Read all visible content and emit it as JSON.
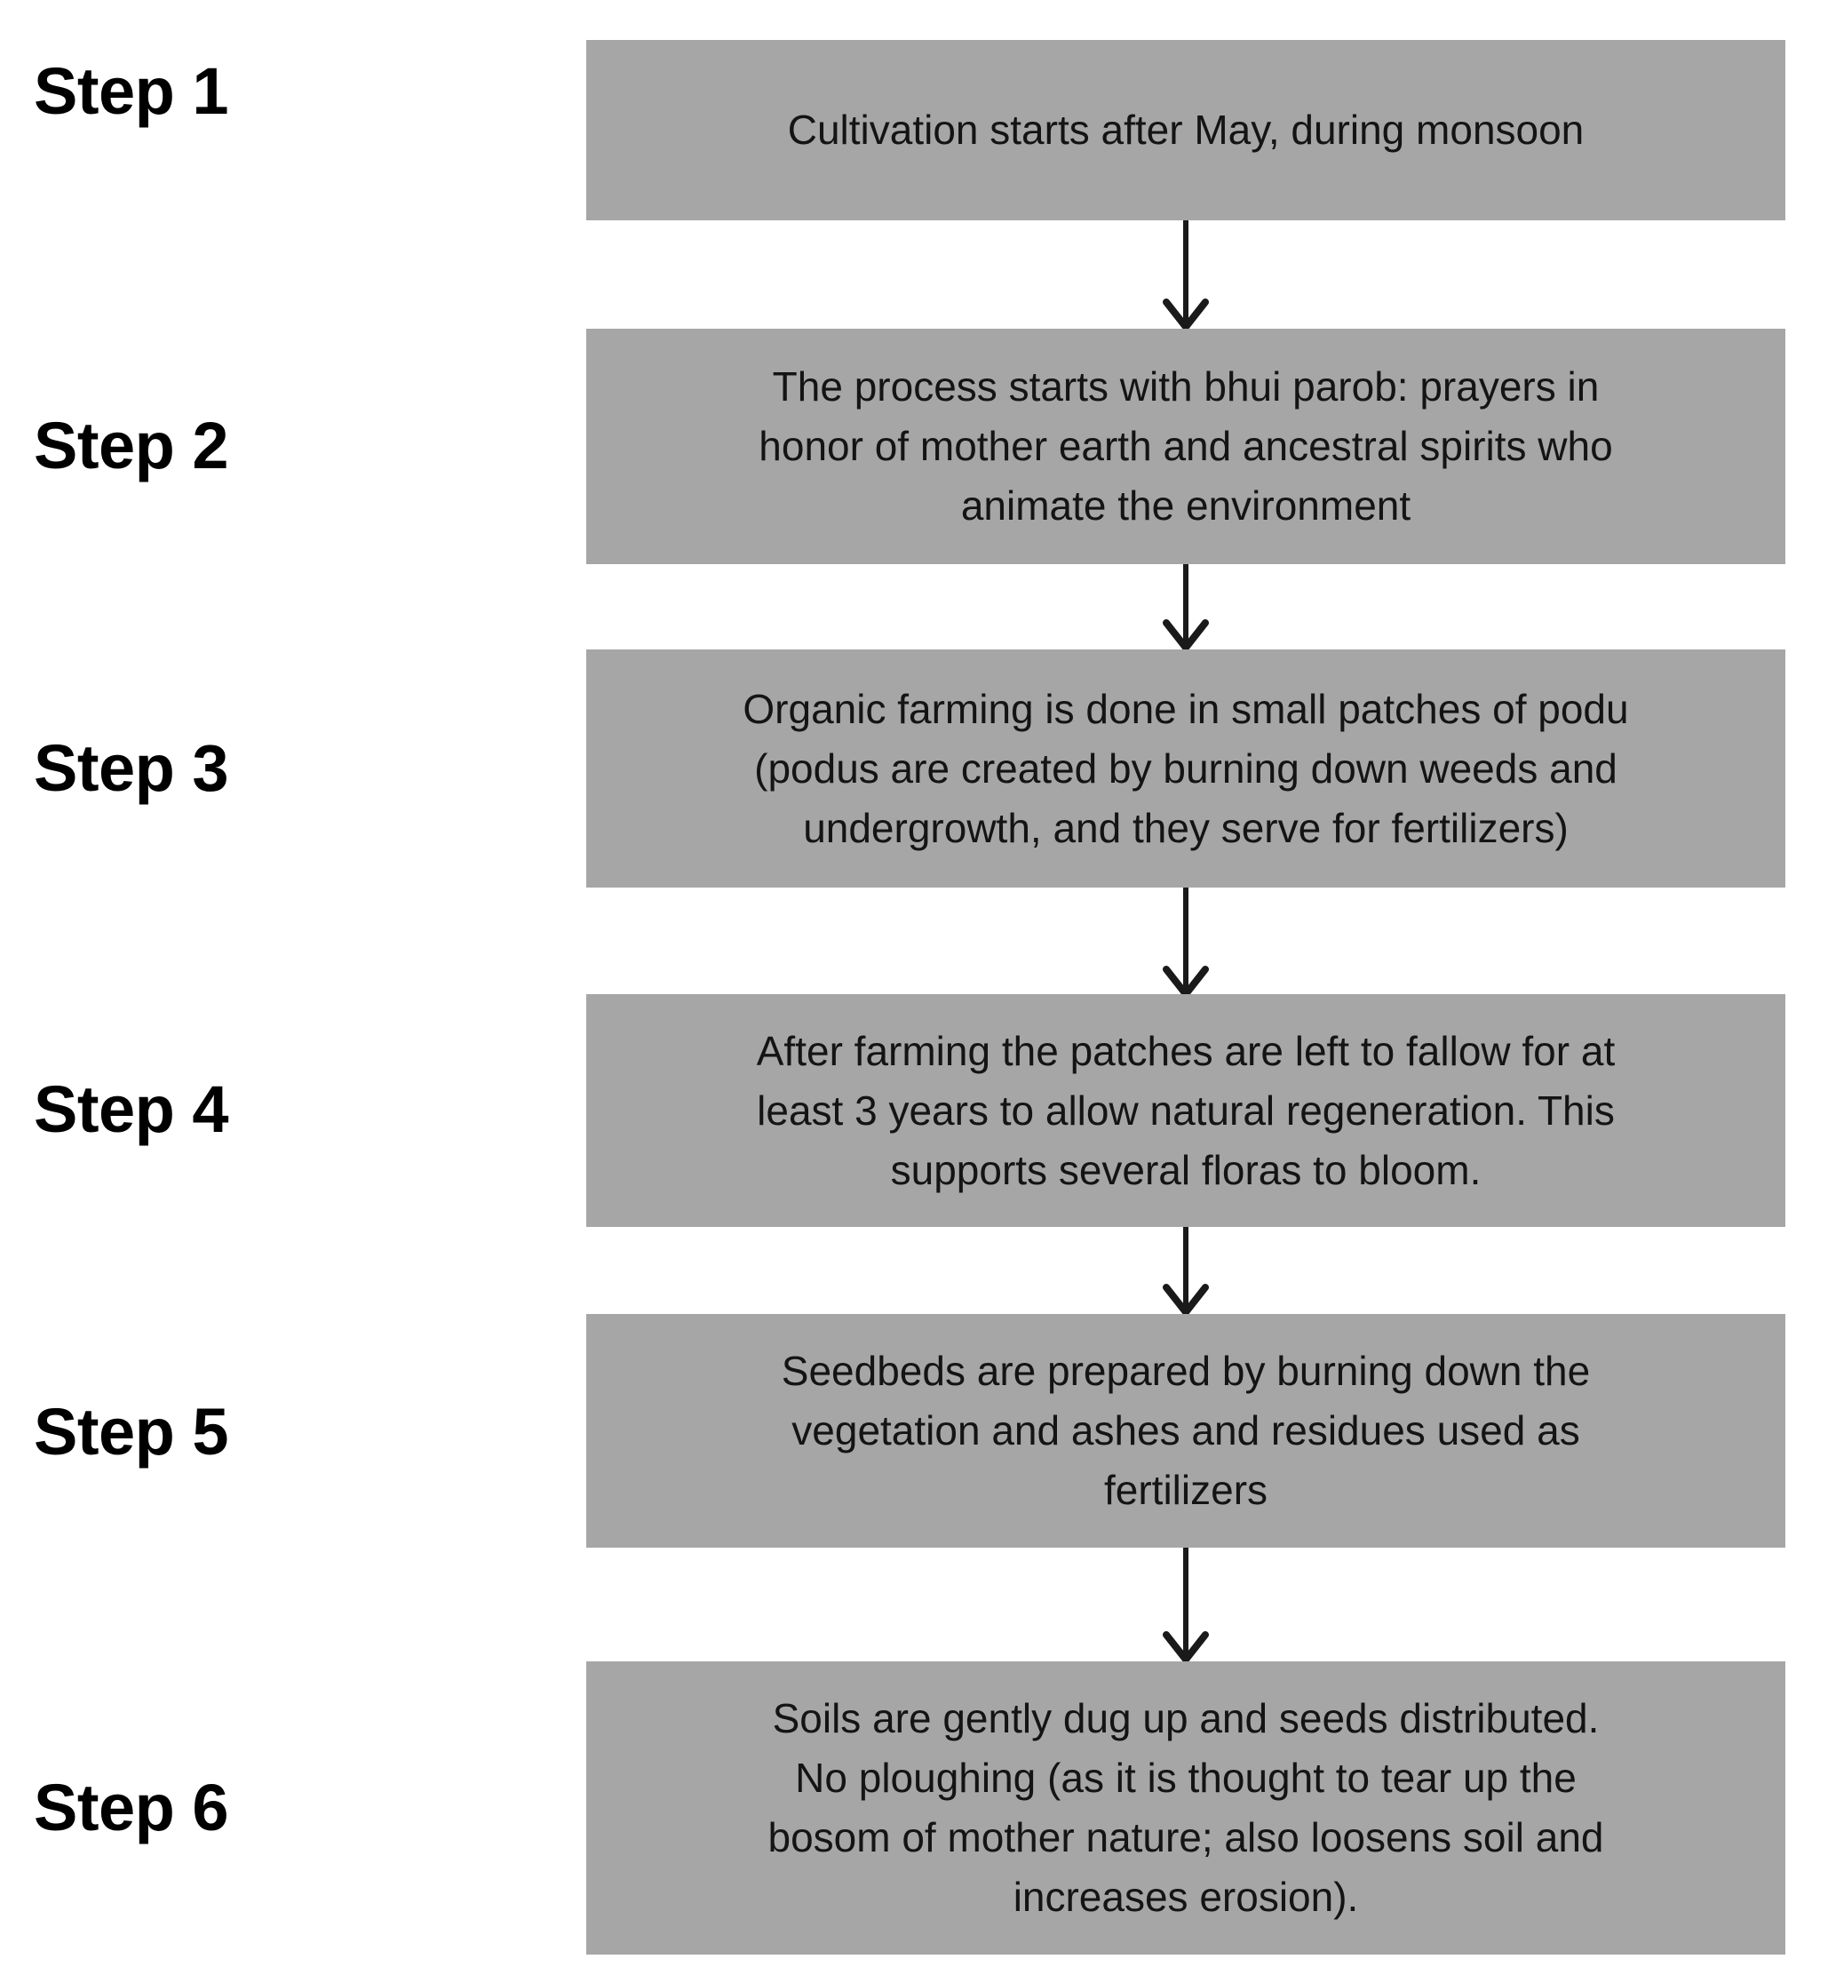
{
  "theme": {
    "box_fill": "#a6a6a6",
    "text_color": "#141414",
    "label_color": "#000000",
    "arrow_color": "#1a1a1a",
    "background": "#ffffff"
  },
  "diagram": {
    "type": "vertical-flowchart",
    "orientation": "top-to-bottom",
    "step_count": 6,
    "connector": "down-arrow",
    "steps": [
      {
        "label": "Step 1",
        "text": "Cultivation starts after May, during monsoon",
        "lines": [
          "Cultivation starts after May, during monsoon"
        ]
      },
      {
        "label": "Step 2",
        "text": "The process starts with bhui parob: prayers in honor of mother earth and ancestral spirits who animate the environment",
        "lines": [
          "The process starts with bhui parob: prayers in",
          "honor of mother earth and ancestral spirits who",
          "animate the environment"
        ]
      },
      {
        "label": "Step 3",
        "text": "Organic farming is done in small patches of podu (podus are created by burning down weeds and undergrowth, and they serve for fertilizers)",
        "lines": [
          "Organic farming is done in small patches of podu",
          "(podus are created by burning down weeds and",
          "undergrowth, and they serve for fertilizers)"
        ]
      },
      {
        "label": "Step 4",
        "text": "After farming the patches are left to fallow for at least 3 years to allow natural regeneration. This supports several floras to bloom.",
        "lines": [
          "After farming the patches are left to fallow for at",
          "least 3 years to allow natural regeneration. This",
          "supports several floras to bloom."
        ]
      },
      {
        "label": "Step 5",
        "text": "Seedbeds are prepared by burning down the vegetation and ashes and residues used as fertilizers",
        "lines": [
          "Seedbeds are prepared by burning down the",
          "vegetation and ashes and residues used as",
          "fertilizers"
        ]
      },
      {
        "label": "Step 6",
        "text": "Soils are gently dug up and seeds distributed. No ploughing (as it is thought to tear up the bosom of mother nature; also loosens soil and increases erosion).",
        "lines": [
          "Soils are gently dug up and seeds distributed.",
          "No ploughing (as it is thought to tear up the",
          "bosom of mother nature; also loosens soil and",
          "increases erosion)."
        ]
      }
    ]
  }
}
